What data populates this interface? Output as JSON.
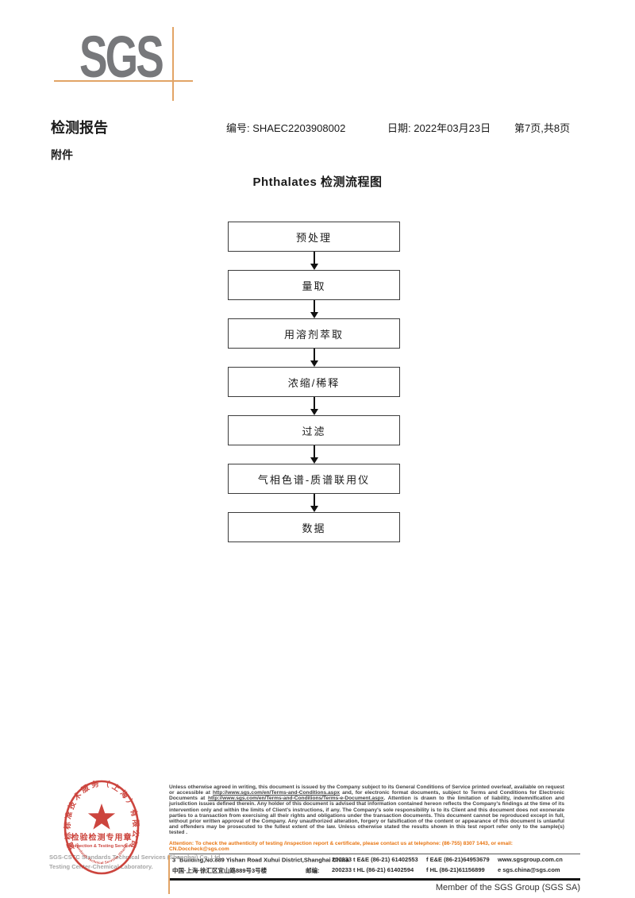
{
  "header": {
    "logo_text": "SGS",
    "report_title": "检测报告",
    "report_no": "编号: SHAEC2203908002",
    "date": "日期: 2022年03月23日",
    "page_info": "第7页,共8页",
    "attachment_label": "附件"
  },
  "flowchart": {
    "title": "Phthalates 检测流程图",
    "steps": [
      {
        "label": "预处理"
      },
      {
        "label": "量取"
      },
      {
        "label": "用溶剂萃取"
      },
      {
        "label": "浓缩/稀释"
      },
      {
        "label": "过滤"
      },
      {
        "label": "气相色谱-质谱联用仪"
      },
      {
        "label": "数据"
      }
    ]
  },
  "stamp": {
    "arc_top": "通标标准技术服务（上海）有限公司",
    "arc_bottom": "SGS-CSTC Standards Technical Services (Shanghai) Co.,Ltd.",
    "center_cn": "检验检测专用章",
    "center_en": "Inspection & Testing Services"
  },
  "footer": {
    "company_line1": "SGS-CSTC Standards Technical Services (Shanghai) Co.,Ltd.",
    "company_line2": "Testing Center-Chemical Laboratory.",
    "legal_segments": [
      {
        "t": "Unless otherwise agreed in writing, this document is issued by the Company subject to its General Conditions of Service printed overleaf, available on request or accessible at ",
        "u": false
      },
      {
        "t": "http://www.sgs.com/en/Terms-and-Conditions.aspx",
        "u": true
      },
      {
        "t": " and, for electronic format documents, subject to Terms and Conditions for Electronic Documents at ",
        "u": false
      },
      {
        "t": "http://www.sgs.com/en/Terms-and-Conditions/Terms-e-Document.aspx",
        "u": true
      },
      {
        "t": ". Attention is drawn to the limitation of liability, indemnification and jurisdiction issues defined therein. Any holder of this document is advised that information contained hereon reflects the Company's findings at the time of its intervention only and within the limits of Client's instructions, if any. The Company's sole responsibility is to its Client and this document does not exonerate parties to a transaction from exercising all their rights and obligations under the transaction documents. This document cannot be reproduced except in full, without prior written approval of the Company. Any unauthorized alteration, forgery or falsification of the content or appearance of this document is unlawful and offenders may be prosecuted to the fullest extent of the law. Unless otherwise stated the results shown in this test report refer only to the sample(s) tested .",
        "u": false
      }
    ],
    "attention": "Attention: To check the authenticity of testing /inspection report & certificate, please contact us at telephone: (86-755) 8307 1443, or email: CN.Doccheck@sgs.com",
    "address_en_base": "3",
    "address_en_sup": "rd",
    "address_en_rest": "Building,No.889 Yishan Road Xuhui District,Shanghai China",
    "postal_en": "200233",
    "address_cn": "中国·上海·徐汇区宜山路889号3号楼",
    "postal_cn_label": "邮编:",
    "postal_cn": "200233",
    "tel1": "t E&E (86-21) 61402553",
    "fax1": "f E&E (86-21)64953679",
    "web": "www.sgsgroup.com.cn",
    "tel2": "t HL (86-21) 61402594",
    "fax2": "f HL (86-21)61156899",
    "email": "e  sgs.china@sgs.com",
    "member": "Member of the SGS Group (SGS SA)"
  },
  "colors": {
    "seal_red": "#c8362e",
    "logo_gray": "#77787b",
    "accent_orange": "#e2a466",
    "attention_orange": "#e87511"
  }
}
